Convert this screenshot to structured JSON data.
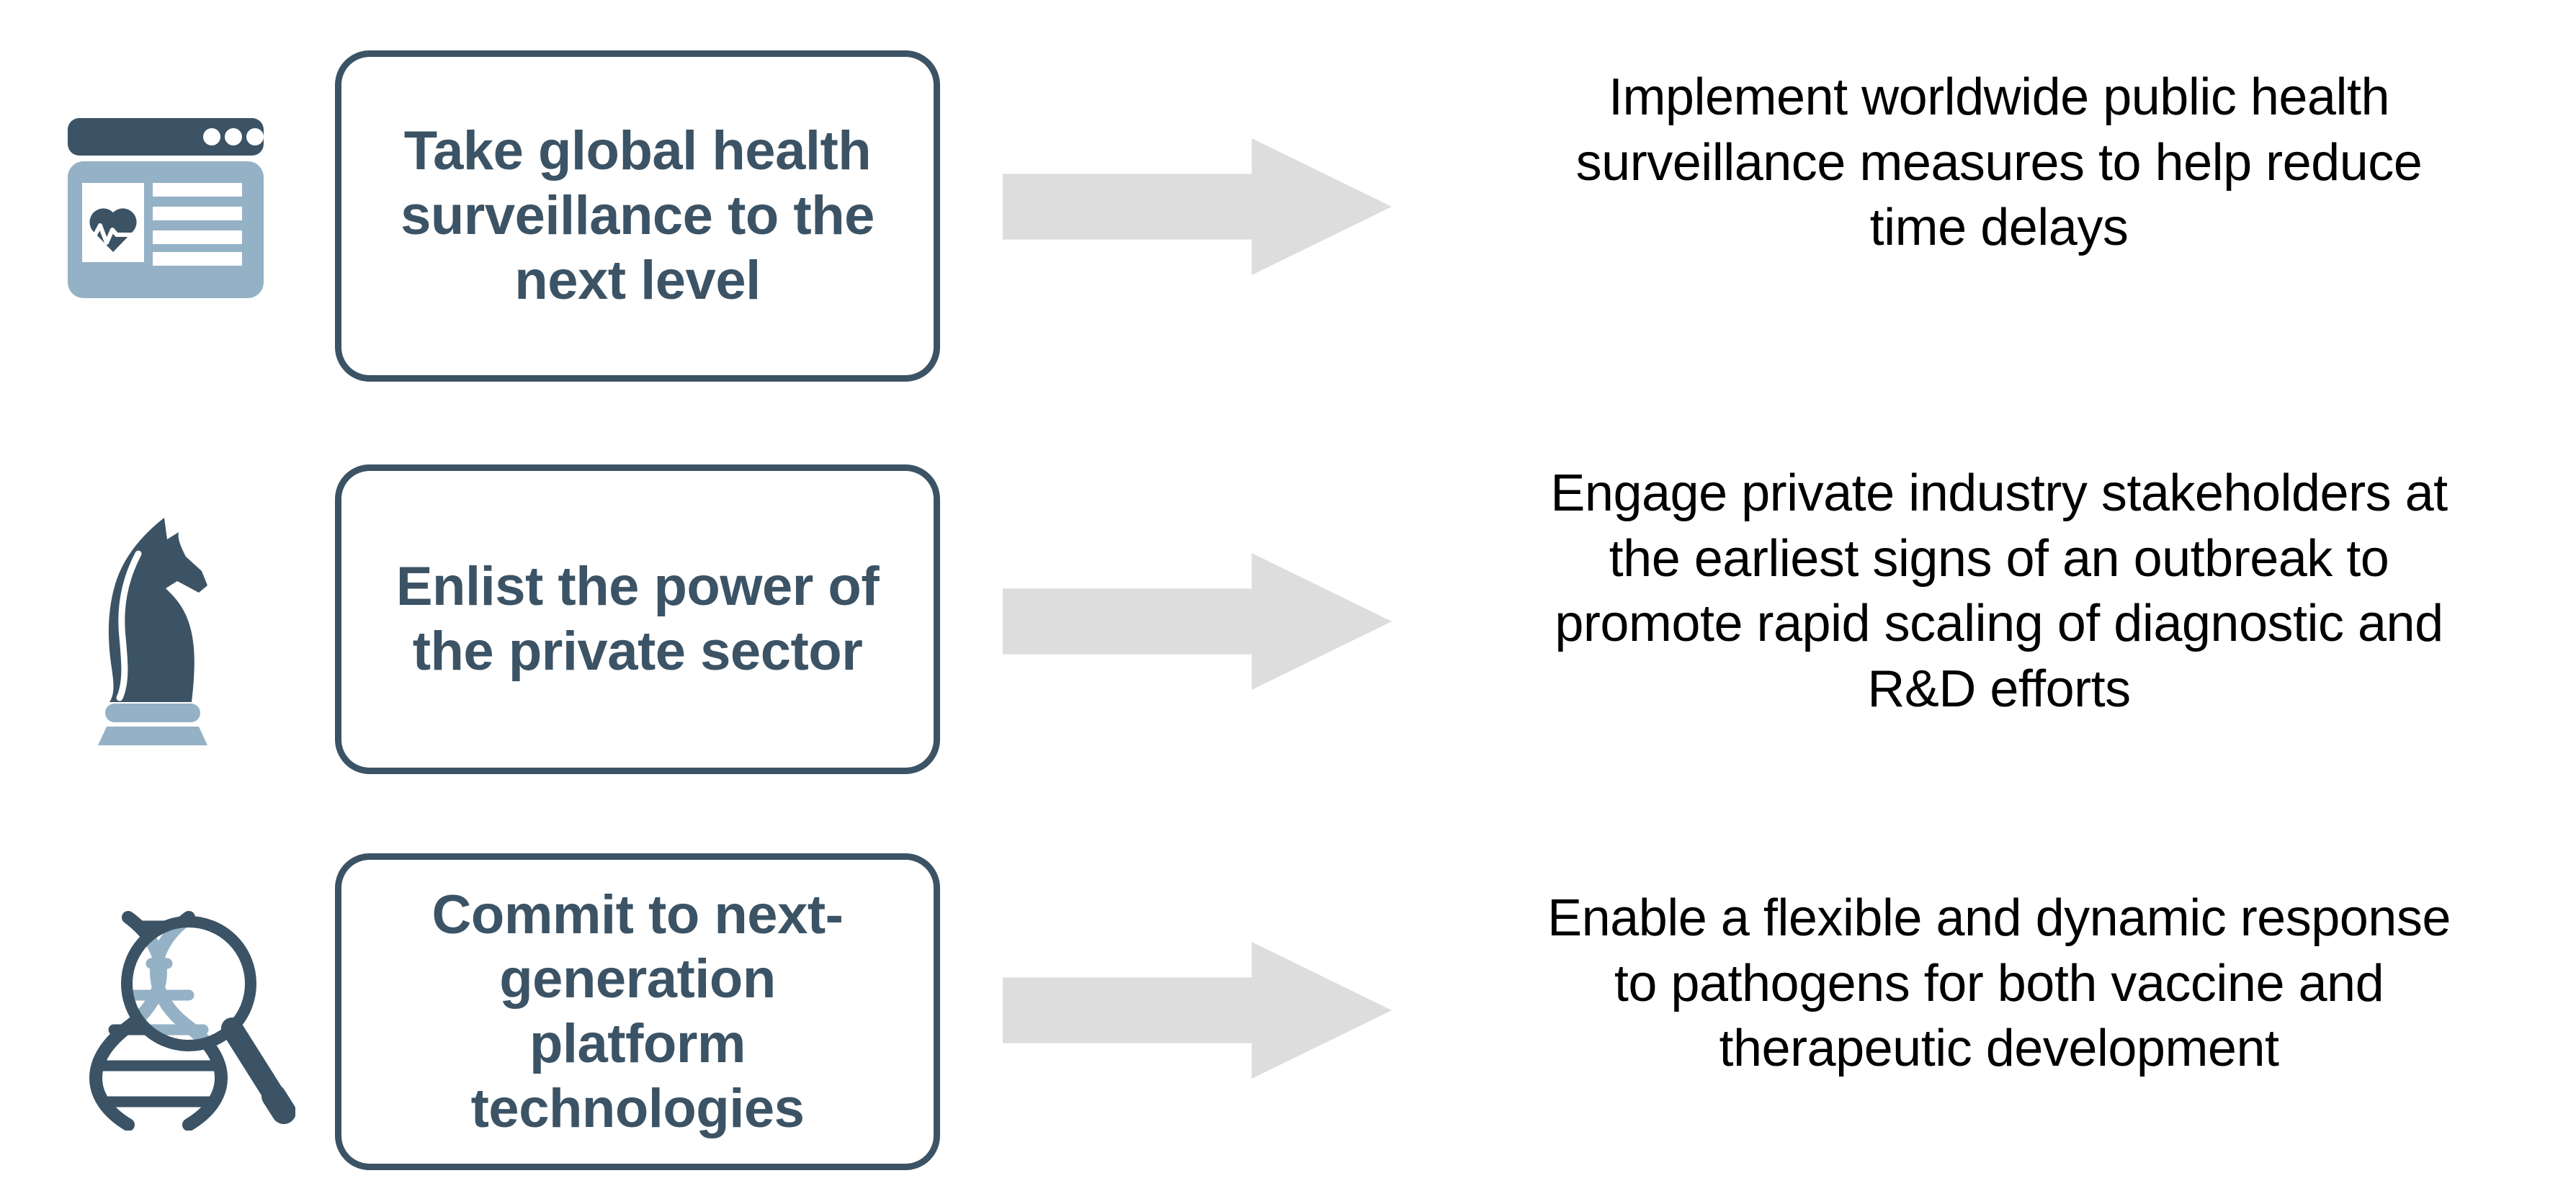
{
  "theme": {
    "dark_teal": "#3b5365",
    "light_blue": "#94b1c6",
    "arrow_gray": "#dddddd",
    "body_text": "#000000",
    "background": "#ffffff"
  },
  "rows": [
    {
      "icon_name": "health-surveillance-dashboard-icon",
      "box_label": "Take global health\nsurveillance to the\nnext level",
      "arrow_name": "arrow-right-1",
      "description": "Implement worldwide public health\nsurveillance measures to help reduce\ntime delays"
    },
    {
      "icon_name": "chess-knight-icon",
      "box_label": "Enlist the power of\nthe private sector",
      "arrow_name": "arrow-right-2",
      "description": "Engage private industry stakeholders at\nthe earliest signs of an outbreak to\npromote rapid scaling of diagnostic and\nR&D efforts"
    },
    {
      "icon_name": "dna-magnifier-icon",
      "box_label": "Commit to next-\ngeneration\nplatform\ntechnologies",
      "arrow_name": "arrow-right-3",
      "description": "Enable a flexible and dynamic response\nto pathogens for both vaccine and\ntherapeutic development"
    }
  ]
}
